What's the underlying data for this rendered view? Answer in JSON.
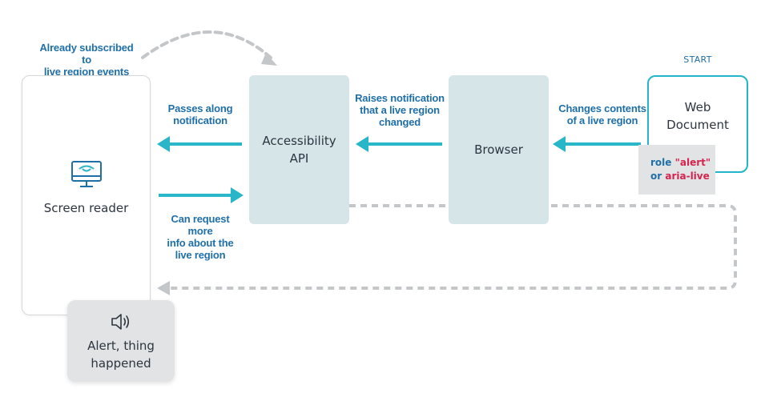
{
  "nodes": {
    "screen_reader": "Screen reader",
    "accessibility_api": "Accessibility\nAPI",
    "browser": "Browser",
    "web_document": "Web\nDocument",
    "alert_output": "Alert, thing\nhappened"
  },
  "start_label": "START",
  "role_note": {
    "role_keyword": "role",
    "role_value": "\"alert\"",
    "or_keyword": "or",
    "live_value": "aria-live"
  },
  "edge_labels": {
    "already_subscribed": "Already subscribed to\nlive region events",
    "passes_along": "Passes along\nnotification",
    "raises_notification": "Raises notification\nthat a live region\nchanged",
    "changes_contents": "Changes contents\nof a live region",
    "can_request": "Can request more\ninfo about the\nlive region"
  },
  "colors": {
    "arrow": "#29b6c9",
    "dashed": "#c4c7c9",
    "label": "#1f6fa8",
    "panel": "#d6e5e8",
    "accent_red": "#d4244f"
  },
  "icons": [
    "monitor-eye-icon",
    "speaker-icon"
  ]
}
